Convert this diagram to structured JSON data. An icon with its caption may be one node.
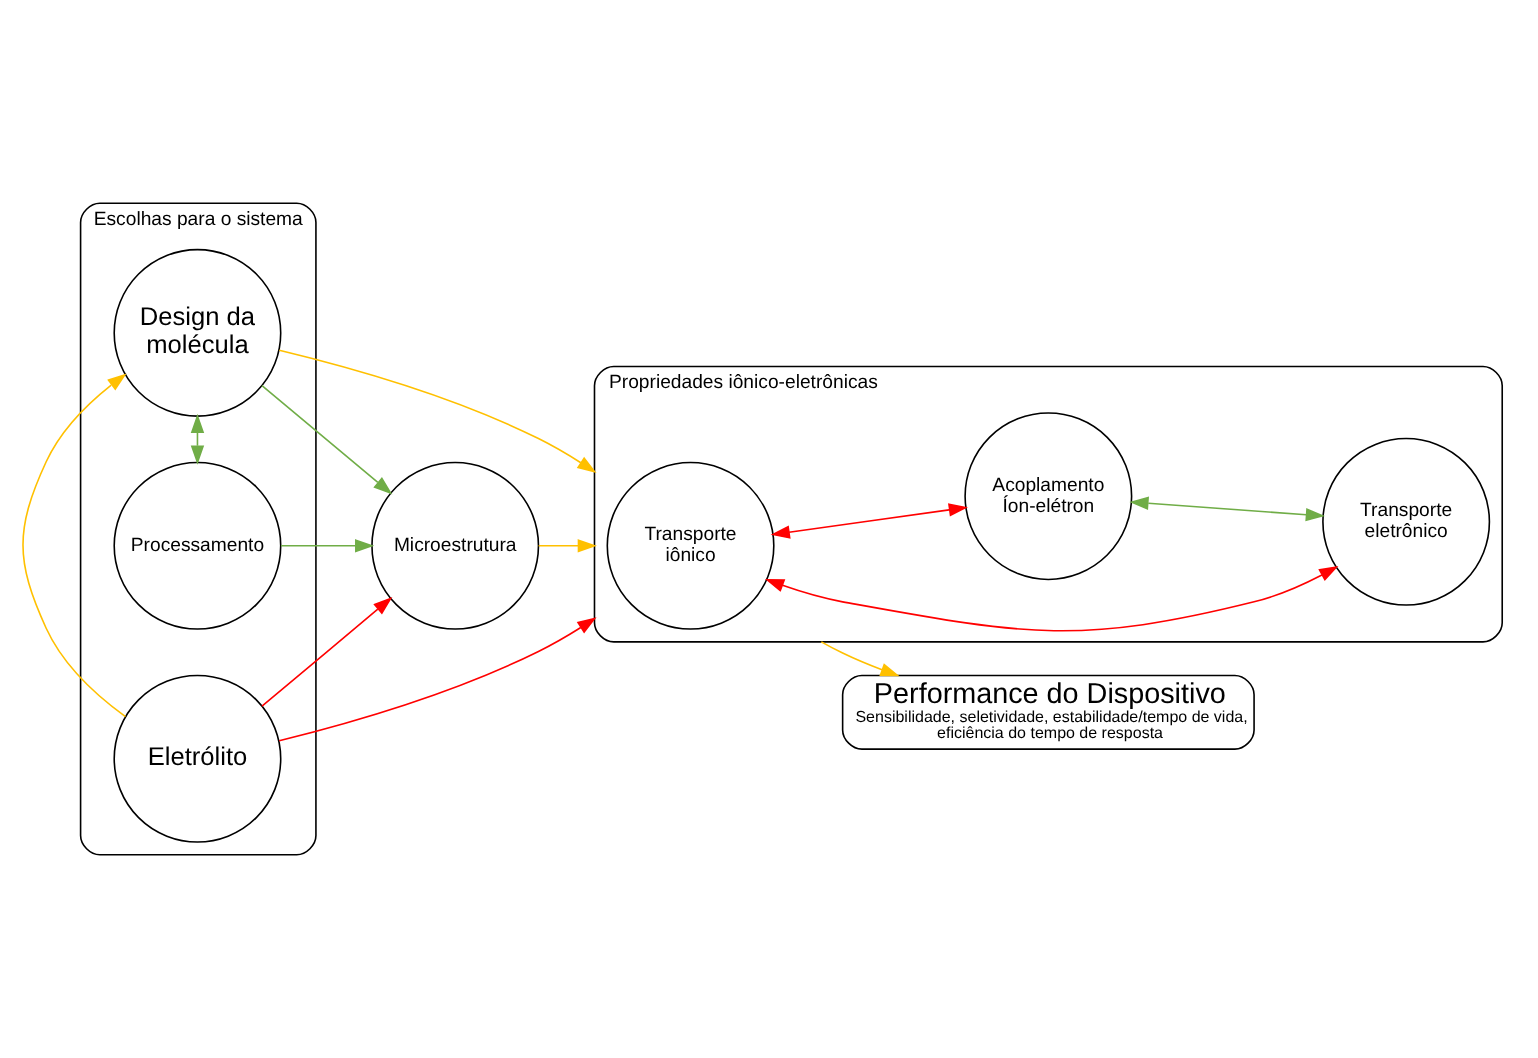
{
  "diagram": {
    "nodes": [
      {
        "text": [
          "Escolhas para o sistema"
        ]
      },
      {
        "text": [
          "Eletrólito"
        ],
        "in": 0
      },
      {
        "text": [
          "Processamento"
        ],
        "in": 0
      },
      {
        "text": [
          "Design da molécula"
        ],
        "in": 0
      },
      {
        "text": [
          "Microestrutura"
        ]
      },
      {
        "text": [
          "Propriedades iônico-eletrônicas"
        ]
      },
      {
        "text": [
          "Transporte iônico"
        ],
        "in": 5
      },
      {
        "text": [
          "Acoplamento Íon-elétron"
        ],
        "in": 5
      },
      {
        "text": [
          "Transporte eletrônico"
        ],
        "in": 5
      },
      {
        "text": [
          "Performance do Dispositivo",
          "Sensibilidade, seletividade, estabilidade/tempo de vida, eficiência do tempo de resposta"
        ]
      }
    ],
    "edges": [
      {
        "from": 1,
        "to": 5,
        "arrow": "to",
        "color": "#ff0000"
      },
      {
        "from": 1,
        "to": 4,
        "arrow": "to",
        "color": "#ff0000"
      },
      {
        "from": 1,
        "to": 3,
        "arrow": "to",
        "color": "#ffc000"
      },
      {
        "from": 2,
        "to": 4,
        "arrow": "to",
        "color": "#70ad47"
      },
      {
        "from": 2,
        "to": 3,
        "arrow": "both",
        "color": "#70ad47"
      },
      {
        "from": 3,
        "to": 4,
        "arrow": "to",
        "color": "#70ad47"
      },
      {
        "from": 3,
        "to": 5,
        "arrow": "to",
        "color": "#ffc000"
      },
      {
        "from": 4,
        "to": 5,
        "arrow": "to",
        "color": "#ffc000"
      },
      {
        "from": 6,
        "to": 7,
        "arrow": "both",
        "color": "#ff0000"
      },
      {
        "from": 6,
        "to": 8,
        "arrow": "both",
        "color": "#ff0000"
      },
      {
        "from": 7,
        "to": 8,
        "arrow": "both",
        "color": "#70ad47"
      },
      {
        "from": 5,
        "to": 9,
        "arrow": "to",
        "color": "#ffc000"
      }
    ]
  }
}
